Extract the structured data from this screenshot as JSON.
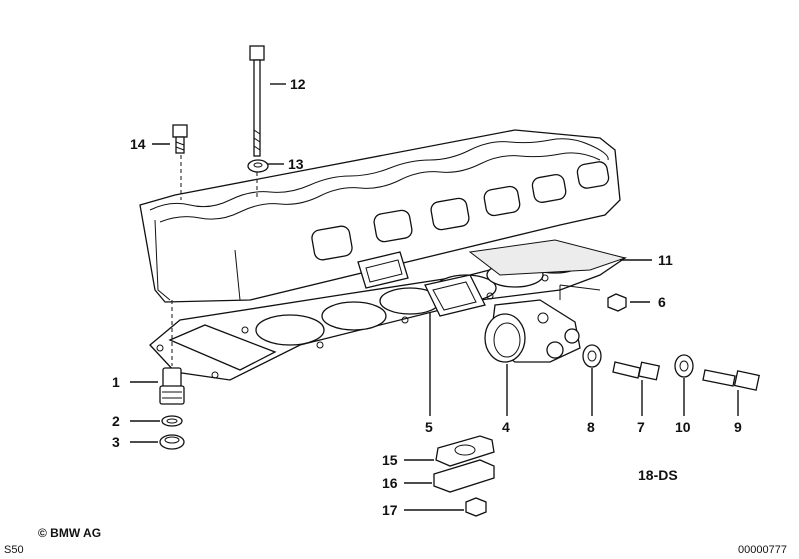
{
  "callouts": [
    {
      "id": "1",
      "label": "1"
    },
    {
      "id": "2",
      "label": "2"
    },
    {
      "id": "3",
      "label": "3"
    },
    {
      "id": "4",
      "label": "4"
    },
    {
      "id": "5",
      "label": "5"
    },
    {
      "id": "6",
      "label": "6"
    },
    {
      "id": "7",
      "label": "7"
    },
    {
      "id": "8",
      "label": "8"
    },
    {
      "id": "9",
      "label": "9"
    },
    {
      "id": "10",
      "label": "10"
    },
    {
      "id": "11",
      "label": "11"
    },
    {
      "id": "12",
      "label": "12"
    },
    {
      "id": "13",
      "label": "13"
    },
    {
      "id": "14",
      "label": "14"
    },
    {
      "id": "15",
      "label": "15"
    },
    {
      "id": "16",
      "label": "16"
    },
    {
      "id": "17",
      "label": "17"
    }
  ],
  "diagram_code": "18-DS",
  "footer": {
    "copyright": "© BMW AG",
    "series": "S50",
    "image_number": "00000777"
  }
}
